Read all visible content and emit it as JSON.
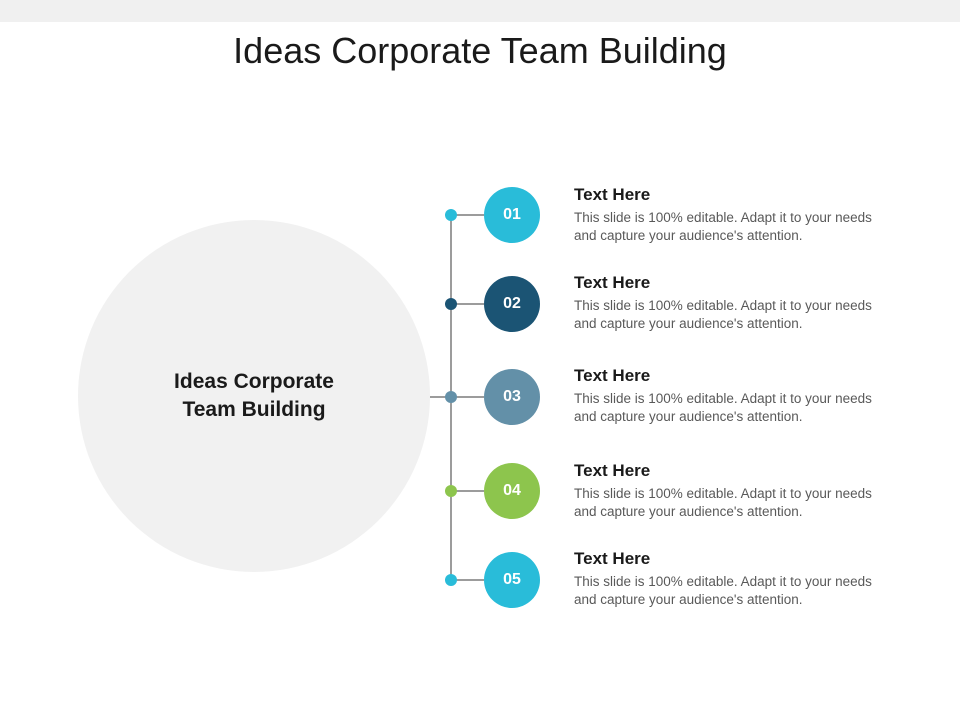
{
  "slide": {
    "title": "Ideas Corporate Team Building"
  },
  "hub": {
    "line1": "Ideas Corporate",
    "line2": "Team Building"
  },
  "items": [
    {
      "number": "01",
      "heading": "Text Here",
      "body": "This slide is 100% editable. Adapt it to your needs and capture your audience's attention.",
      "color": "#29bcd9"
    },
    {
      "number": "02",
      "heading": "Text Here",
      "body": "This slide is 100% editable. Adapt it to your needs and capture your audience's attention.",
      "color": "#1b5474"
    },
    {
      "number": "03",
      "heading": "Text Here",
      "body": "This slide is 100% editable. Adapt it to your needs and capture your audience's attention.",
      "color": "#6390a8"
    },
    {
      "number": "04",
      "heading": "Text Here",
      "body": "This slide is 100% editable. Adapt it to your needs and capture your audience's attention.",
      "color": "#8dc54d"
    },
    {
      "number": "05",
      "heading": "Text Here",
      "body": "This slide is 100% editable. Adapt it to your needs and capture your audience's attention.",
      "color": "#29bcd9"
    }
  ]
}
